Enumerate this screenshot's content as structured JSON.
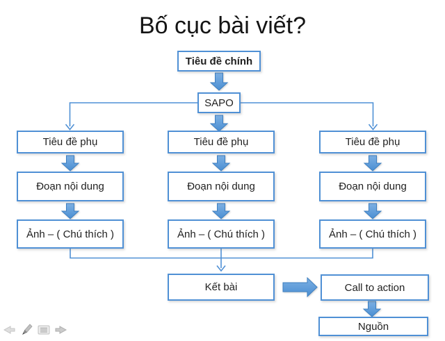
{
  "title": "Bố cục bài viết?",
  "colors": {
    "accent_blue": "#4f90d5",
    "arrow_fill_light": "#7db0e3",
    "arrow_fill_dark": "#4a8ed2",
    "arrow_stroke": "#3d7fc1",
    "text": "#1f1f1f",
    "icon_gray": "#c4c4c4"
  },
  "diagram": {
    "nodes": {
      "main_title": "Tiêu đề chính",
      "sapo": "SAPO",
      "conclusion": "Kết bài",
      "call_to_action": "Call to action",
      "source": "Nguồn"
    },
    "columns": [
      {
        "subtitle": "Tiêu đề phụ",
        "content": "Đoạn nội dung",
        "image": "Ảnh – ( Chú thích )"
      },
      {
        "subtitle": "Tiêu đề phụ",
        "content": "Đoạn nội dung",
        "image": "Ảnh – ( Chú thích )"
      },
      {
        "subtitle": "Tiêu đề phụ",
        "content": "Đoạn nội dung",
        "image": "Ảnh – ( Chú thích )"
      }
    ]
  },
  "nav_controls": {
    "icons": [
      "previous-slide",
      "pen-tool",
      "slide-menu",
      "next-slide"
    ]
  }
}
